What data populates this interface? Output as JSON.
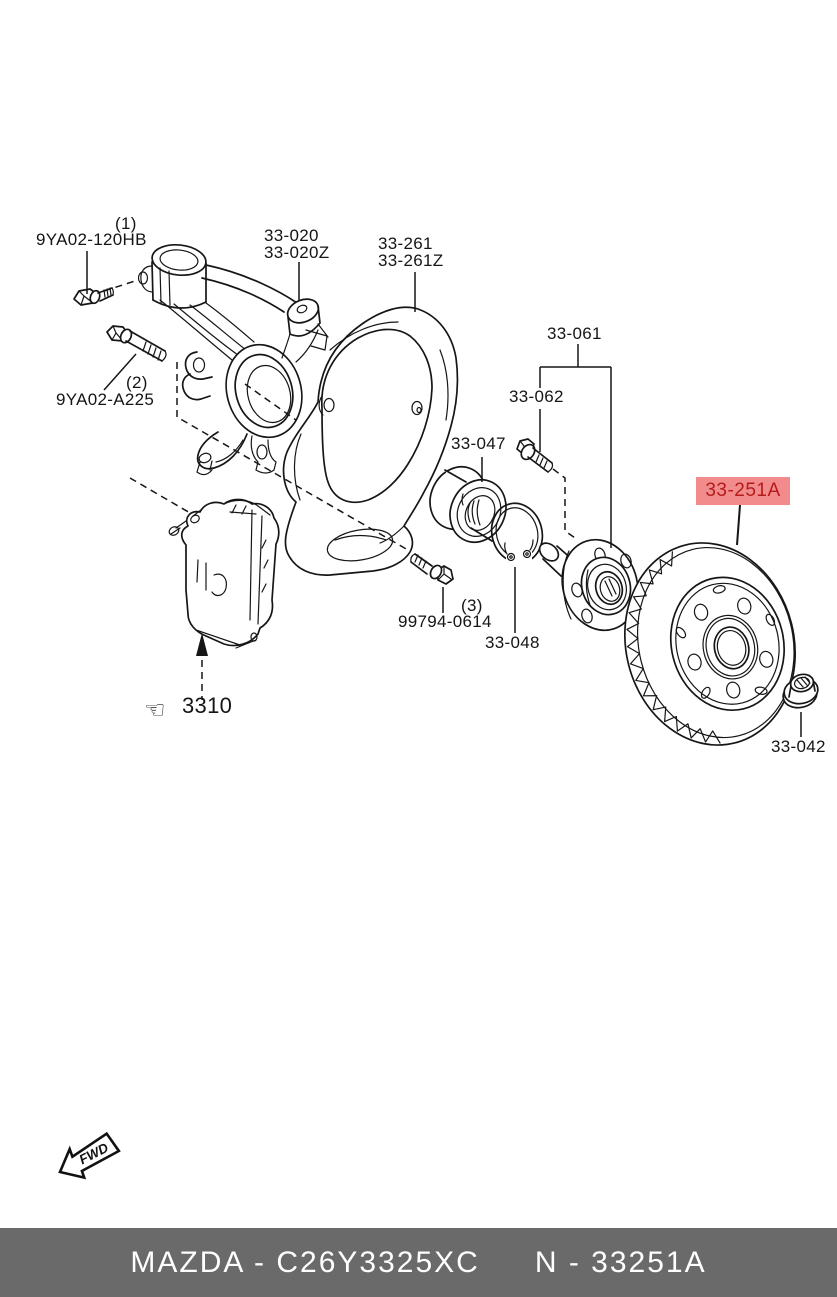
{
  "labels": {
    "qty1": "(1)",
    "part_9ya02_120hb": "9YA02-120HB",
    "qty2": "(2)",
    "part_9ya02_a225": "9YA02-A225",
    "part_33_020": "33-020",
    "part_33_020z": "33-020Z",
    "part_33_261": "33-261",
    "part_33_261z": "33-261Z",
    "part_33_061": "33-061",
    "part_33_062": "33-062",
    "part_33_047": "33-047",
    "qty3": "(3)",
    "part_99794_0614": "99794-0614",
    "part_33_048": "33-048",
    "part_33_251a": "33-251A",
    "part_33_042": "33-042",
    "ref_3310": "3310",
    "fwd": "FWD"
  },
  "icons": {
    "hand_icon": "hand-pointing-left",
    "hand_glyph": "☜",
    "fwd_arrow": "forward-direction-arrow"
  },
  "highlight": {
    "selected_part": "33-251A",
    "fill": "#f28c8c",
    "text_color": "#b61a1a"
  },
  "footer": {
    "catalog_code": "MAZDA - C26Y3325XC",
    "part_ref": "N - 33251A",
    "background": "#6a6a6a",
    "text_color": "#ffffff"
  }
}
